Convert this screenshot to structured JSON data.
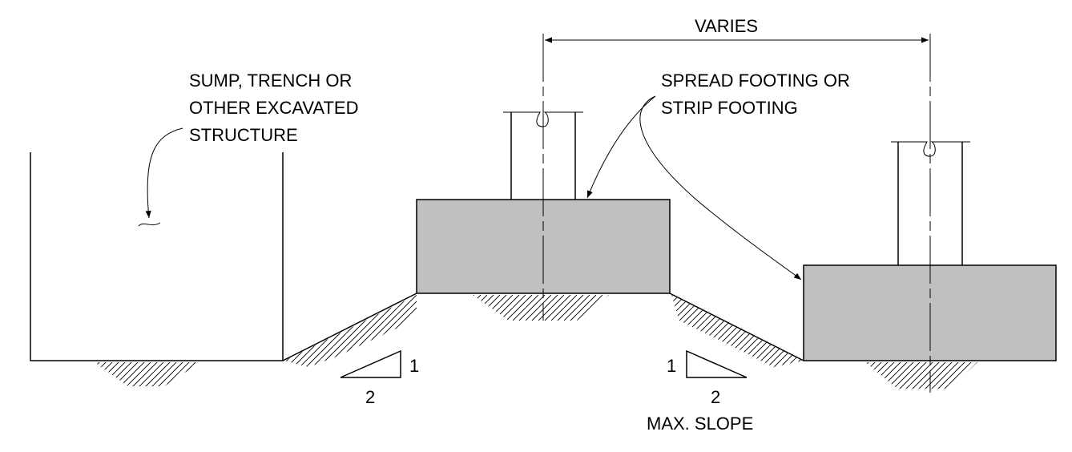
{
  "labels": {
    "varies": "VARIES",
    "sump_line1": "SUMP, TRENCH OR",
    "sump_line2": "OTHER EXCAVATED",
    "sump_line3": "STRUCTURE",
    "footing_line1": "SPREAD FOOTING OR",
    "footing_line2": "STRIP FOOTING",
    "slope_left_rise": "1",
    "slope_left_run": "2",
    "slope_right_rise": "1",
    "slope_right_run": "2",
    "max_slope": "MAX. SLOPE"
  },
  "colors": {
    "footing_fill": "#c0c0c0",
    "line": "#000000"
  }
}
